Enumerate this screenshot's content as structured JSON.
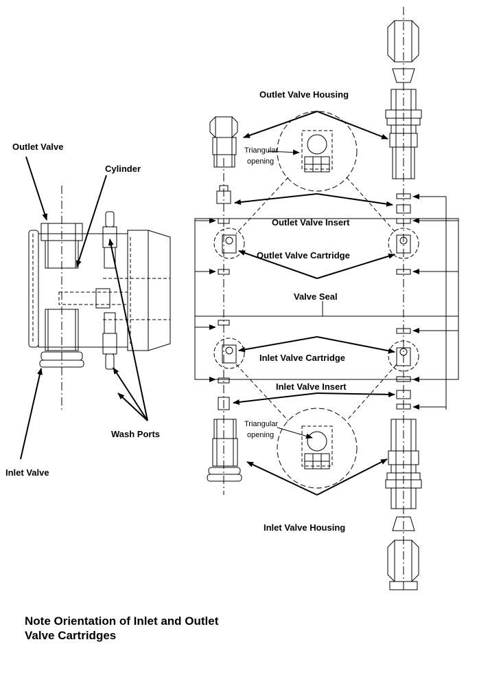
{
  "labels": {
    "outlet_valve": "Outlet Valve",
    "cylinder": "Cylinder",
    "inlet_valve": "Inlet Valve",
    "wash_ports": "Wash Ports",
    "outlet_valve_housing": "Outlet Valve Housing",
    "triangular": "Triangular",
    "opening": "opening",
    "outlet_valve_insert": "Outlet Valve Insert",
    "outlet_valve_cartridge": "Outlet Valve Cartridge",
    "valve_seal": "Valve Seal",
    "inlet_valve_cartridge": "Inlet Valve Cartridge",
    "inlet_valve_insert": "Inlet Valve Insert",
    "inlet_valve_housing": "Inlet Valve Housing"
  },
  "note": {
    "line1": "Note Orientation of Inlet and Outlet",
    "line2": "Valve Cartridges"
  }
}
